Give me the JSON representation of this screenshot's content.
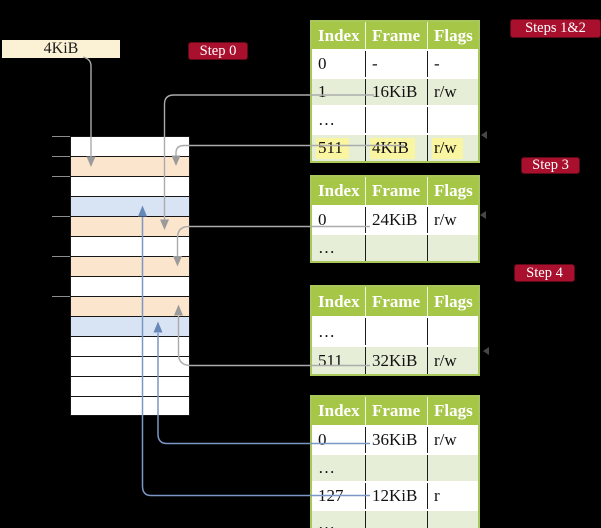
{
  "frame_box": {
    "label": "4KiB"
  },
  "badges": {
    "step0": "Step 0",
    "steps12": "Steps 1&2",
    "step3": "Step 3",
    "step4": "Step 4"
  },
  "memory": {
    "description": "physical memory frames, 4KiB each, top tick = 0",
    "rows": [
      "white",
      "peach",
      "white",
      "blue",
      "peach",
      "white",
      "peach",
      "white",
      "peach",
      "blue",
      "white",
      "white",
      "white",
      "white"
    ]
  },
  "tables": [
    {
      "name": "page-table-steps-1-2",
      "headers": [
        "Index",
        "Frame",
        "Flags"
      ],
      "rows": [
        {
          "cells": [
            "0",
            "-",
            "-"
          ],
          "shaded": false,
          "highlighted": false
        },
        {
          "cells": [
            "1",
            "16KiB",
            "r/w"
          ],
          "shaded": true,
          "highlighted": false
        },
        {
          "cells": [
            "…",
            "",
            ""
          ],
          "shaded": false,
          "highlighted": false
        },
        {
          "cells": [
            "511",
            "4KiB",
            "r/w"
          ],
          "shaded": true,
          "highlighted": true
        }
      ]
    },
    {
      "name": "page-table-step-3",
      "headers": [
        "Index",
        "Frame",
        "Flags"
      ],
      "rows": [
        {
          "cells": [
            "0",
            "24KiB",
            "r/w"
          ],
          "shaded": false,
          "highlighted": false
        },
        {
          "cells": [
            "…",
            "",
            ""
          ],
          "shaded": true,
          "highlighted": false
        }
      ]
    },
    {
      "name": "page-table-step-4-upper",
      "headers": [
        "Index",
        "Frame",
        "Flags"
      ],
      "rows": [
        {
          "cells": [
            "…",
            "",
            ""
          ],
          "shaded": false,
          "highlighted": false
        },
        {
          "cells": [
            "511",
            "32KiB",
            "r/w"
          ],
          "shaded": true,
          "highlighted": false
        }
      ]
    },
    {
      "name": "page-table-step-4-lower",
      "headers": [
        "Index",
        "Frame",
        "Flags"
      ],
      "rows": [
        {
          "cells": [
            "0",
            "36KiB",
            "r/w"
          ],
          "shaded": false,
          "highlighted": false
        },
        {
          "cells": [
            "…",
            "",
            ""
          ],
          "shaded": true,
          "highlighted": false
        },
        {
          "cells": [
            "127",
            "12KiB",
            "r"
          ],
          "shaded": false,
          "highlighted": false
        },
        {
          "cells": [
            "…",
            "",
            ""
          ],
          "shaded": true,
          "highlighted": false
        }
      ]
    }
  ],
  "arrows": [
    {
      "name": "label-to-frame-4kib",
      "color": "gray",
      "from": "4KiB label",
      "to": "frame 4KiB"
    },
    {
      "name": "pt1-index1-to-16kib",
      "color": "gray",
      "from": "table steps 1&2 index 1",
      "to": "frame 16KiB"
    },
    {
      "name": "pt1-index511-to-4kib",
      "color": "gray",
      "from": "table steps 1&2 index 511",
      "to": "frame 4KiB"
    },
    {
      "name": "pt2-index0-to-24kib",
      "color": "gray",
      "from": "table step 3 index 0",
      "to": "frame 24KiB"
    },
    {
      "name": "pt3-index511-to-32kib",
      "color": "gray",
      "from": "table step 4 upper index 511",
      "to": "frame 32KiB"
    },
    {
      "name": "pt4-index0-to-36kib",
      "color": "blue",
      "from": "table step 4 lower index 0",
      "to": "frame 36KiB"
    },
    {
      "name": "pt4-index127-to-12kib",
      "color": "blue",
      "from": "table step 4 lower index 127",
      "to": "frame 12KiB"
    }
  ],
  "colors": {
    "badge": "#A8102D",
    "table_header": "#A6C647",
    "table_row_alt": "#E7EED7",
    "row_highlight": "#FAF5A0",
    "frame_peach": "#FBE5CD",
    "frame_blue": "#D8E4F3",
    "frame_label_bg": "#FBF2D5",
    "arrow_gray": "#ABABAB",
    "arrow_blue": "#7B97C4"
  }
}
